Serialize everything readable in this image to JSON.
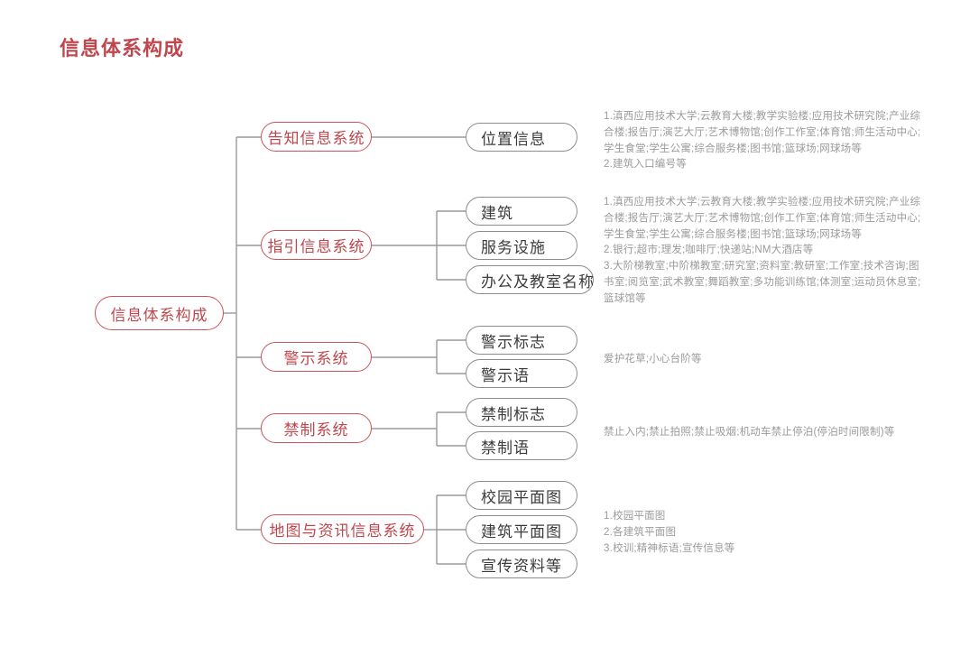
{
  "page": {
    "title": "信息体系构成",
    "accent_red": "#c0474d",
    "node_red_border": "#c9545a",
    "node_gray_border": "#8d8d8d",
    "node_gray_text": "#3b3b3b",
    "annotation_gray": "#9b9b9b",
    "connector_gray": "#9a9a9a",
    "background": "#ffffff"
  },
  "root": {
    "label": "信息体系构成"
  },
  "branches": [
    {
      "id": "notify",
      "label": "告知信息系统",
      "children": [
        {
          "id": "location-info",
          "label": "位置信息"
        }
      ],
      "annotation": [
        "1.滇西应用技术大学;云教育大楼;教学实验楼;应用技术研究院;产业综合楼;报告厅;演艺大厅;艺术博物馆;创作工作室;体育馆;师生活动中心;学生食堂;学生公寓;综合服务楼;图书馆;篮球场;网球场等",
        "2.建筑入口编号等"
      ]
    },
    {
      "id": "guide",
      "label": "指引信息系统",
      "children": [
        {
          "id": "building",
          "label": "建筑"
        },
        {
          "id": "service-facility",
          "label": "服务设施"
        },
        {
          "id": "office-classroom-name",
          "label": "办公及教室名称"
        }
      ],
      "annotation": [
        "1.滇西应用技术大学;云教育大楼;教学实验楼;应用技术研究院;产业综合楼;报告厅;演艺大厅;艺术博物馆;创作工作室;体育馆;师生活动中心;学生食堂;学生公寓;综合服务楼;图书馆;篮球场;网球场等",
        "2.银行;超市;理发;咖啡厅;快递站;NM大酒店等",
        "3.大阶梯教室;中阶梯教室;研究室;资料室;教研室;工作室;技术咨询;图书室;阅览室;武术教室;舞蹈教室;多功能训练馆;体测室;运动员休息室;篮球馆等"
      ]
    },
    {
      "id": "warning",
      "label": "警示系统",
      "children": [
        {
          "id": "warning-sign",
          "label": "警示标志"
        },
        {
          "id": "warning-phrase",
          "label": "警示语"
        }
      ],
      "annotation": [
        "爱护花草;小心台阶等"
      ]
    },
    {
      "id": "prohibition",
      "label": "禁制系统",
      "children": [
        {
          "id": "prohibition-sign",
          "label": "禁制标志"
        },
        {
          "id": "prohibition-phrase",
          "label": "禁制语"
        }
      ],
      "annotation": [
        "禁止入内;禁止拍照;禁止吸烟;机动车禁止停泊(停泊时间限制)等"
      ]
    },
    {
      "id": "map-info",
      "label": "地图与资讯信息系统",
      "children": [
        {
          "id": "campus-plan",
          "label": "校园平面图"
        },
        {
          "id": "building-plan",
          "label": "建筑平面图"
        },
        {
          "id": "promo-material",
          "label": "宣传资料等"
        }
      ],
      "annotation": [
        "1.校园平面图",
        "2.各建筑平面图",
        "3.校训;精神标语;宣传信息等"
      ]
    }
  ]
}
